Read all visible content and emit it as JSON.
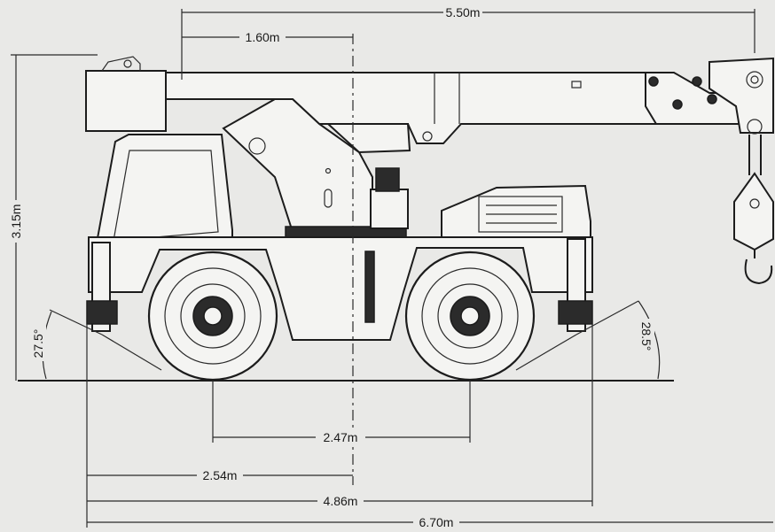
{
  "dimensions": {
    "overall_length": "6.70m",
    "wheelbase_outer": "4.86m",
    "front_to_center": "2.54m",
    "axle_spacing": "2.47m",
    "boom_radius": "5.50m",
    "slew_offset": "1.60m",
    "overall_height": "3.15m",
    "approach_angle": "27.5°",
    "departure_angle": "28.5°"
  },
  "colors": {
    "background": "#e9e9e7",
    "line": "#1c1c1c",
    "fill": "#f4f4f2"
  }
}
